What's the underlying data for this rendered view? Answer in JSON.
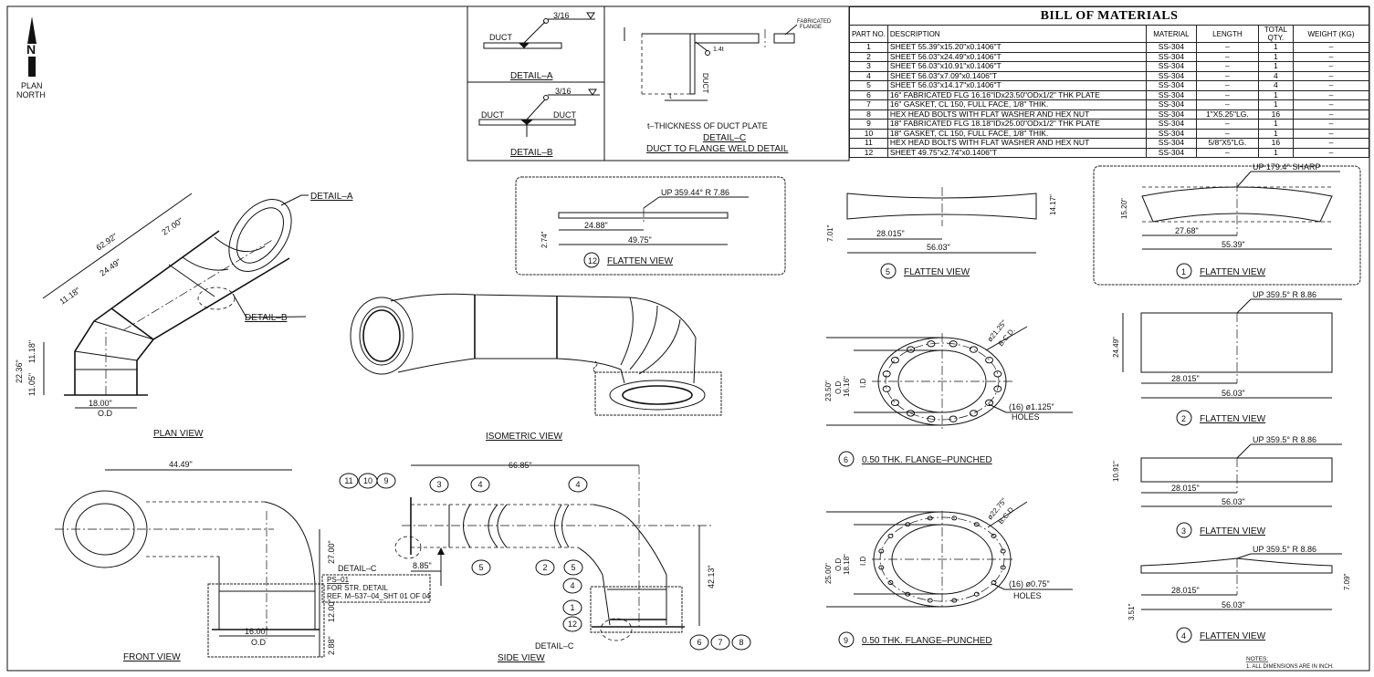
{
  "north": {
    "arrow_letter": "N",
    "label_line1": "PLAN",
    "label_line2": "NORTH"
  },
  "bom": {
    "title": "BILL OF MATERIALS",
    "headers": [
      "PART NO.",
      "DESCRIPTION",
      "MATERIAL",
      "LENGTH",
      "TOTAL QTY.",
      "WEIGHT (KG)"
    ],
    "rows": [
      [
        "1",
        "SHEET  55.39\"x15.20\"x0.1406\"T",
        "SS-304",
        "–",
        "1",
        "–"
      ],
      [
        "2",
        "SHEET  56.03\"x24.49\"x0.1406\"T",
        "SS-304",
        "–",
        "1",
        "–"
      ],
      [
        "3",
        "SHEET  56.03\"x10.91\"x0.1406\"T",
        "SS-304",
        "–",
        "1",
        "–"
      ],
      [
        "4",
        "SHEET  56.03\"x7.09\"x0.1406\"T",
        "SS-304",
        "–",
        "4",
        "–"
      ],
      [
        "5",
        "SHEET  56.03\"x14.17\"x0.1406\"T",
        "SS-304",
        "–",
        "4",
        "–"
      ],
      [
        "6",
        "16\"  FABRICATED FLG 16.16\"IDx23.50\"ODx1/2\"  THK  PLATE",
        "SS-304",
        "–",
        "1",
        "–"
      ],
      [
        "7",
        "16\"  GASKET, CL 150, FULL FACE, 1/8\"  THIK.",
        "SS-304",
        "–",
        "1",
        "–"
      ],
      [
        "8",
        "HEX  HEAD  BOLTS  WITH  FLAT  WASHER  AND  HEX  NUT",
        "SS-304",
        "1\"X5.25\"LG.",
        "16",
        "–"
      ],
      [
        "9",
        "18\"  FABRICATED FLG 18.18\"IDx25.00\"ODx1/2\"  THK  PLATE",
        "SS-304",
        "–",
        "1",
        "–"
      ],
      [
        "10",
        "18\"  GASKET, CL 150, FULL FACE, 1/8\"  THIK.",
        "SS-304",
        "–",
        "1",
        "–"
      ],
      [
        "11",
        "HEX  HEAD  BOLTS  WITH  FLAT  WASHER  AND  HEX  NUT",
        "SS-304",
        "5/8\"X5\"LG.",
        "16",
        "–"
      ],
      [
        "12",
        "SHEET  49.75\"x2.74\"x0.1406\"T",
        "SS-304",
        "–",
        "1",
        "–"
      ]
    ]
  },
  "details": {
    "a": {
      "weld": "3/16",
      "duct": "DUCT",
      "title": "DETAIL–A"
    },
    "b": {
      "weld": "3/16",
      "duct_left": "DUCT",
      "duct_right": "DUCT",
      "title": "DETAIL–B"
    },
    "c": {
      "flange": "FABRICATED",
      "flange2": "FLANGE",
      "weld": "1.4t",
      "duct": "DUCT",
      "t": "t",
      "note": "t–THICKNESS OF DUCT PLATE",
      "title": "DETAIL–C",
      "subtitle": "DUCT TO FLANGE WELD DETAIL"
    }
  },
  "plan_view": {
    "title": "PLAN VIEW",
    "detail_a": "DETAIL–A",
    "detail_b": "DETAIL–B",
    "dims": {
      "overall": "62.92\"",
      "d27": "27.00\"",
      "d2449": "24.49\"",
      "d1118": "11.18\"",
      "v2236": "22.36\"",
      "v1105": "11.05\"",
      "v1118": "11.18\"",
      "od": "18.00\"",
      "od_label": "O.D"
    }
  },
  "isometric_view": {
    "title": "ISOMETRIC VIEW"
  },
  "front_view": {
    "title": "FRONT VIEW",
    "dims": {
      "w": "44.49\"",
      "h27": "27.00\"",
      "h12": "12.00\"",
      "h288": "2.88\"",
      "od": "16.00\"",
      "od_label": "O.D"
    }
  },
  "side_view": {
    "title": "SIDE VIEW",
    "detail_c1": "DETAIL–C",
    "detail_c2": "DETAIL–C",
    "dims": {
      "w": "66.85\"",
      "d885": "8.85\"",
      "h4213": "42.13\""
    },
    "note": [
      "PS–01",
      "FOR STR. DETAIL",
      "REF. M–537–04_SHT 01 OF 04"
    ],
    "balloons": [
      "11",
      "10",
      "9",
      "3",
      "4",
      "4",
      "5",
      "2",
      "5",
      "4",
      "1",
      "12",
      "6",
      "7",
      "8"
    ]
  },
  "flatten_12": {
    "part": "12",
    "title": "FLATTEN VIEW",
    "bend": "UP  359.44°  R 7.86",
    "half": "24.88\"",
    "len": "49.75\"",
    "h": "2.74\""
  },
  "flatten_5": {
    "part": "5",
    "title": "FLATTEN VIEW",
    "half": "28.015\"",
    "len": "56.03\"",
    "h1": "7.01\"",
    "h2": "14.17\""
  },
  "flatten_1": {
    "part": "1",
    "title": "FLATTEN VIEW",
    "bend": "UP  179.4°  SHARP",
    "half": "27.68\"",
    "len": "55.39\"",
    "h": "15.20\""
  },
  "flatten_2": {
    "part": "2",
    "title": "FLATTEN VIEW",
    "bend": "UP  359.5°  R  8.86",
    "half": "28.015\"",
    "len": "56.03\"",
    "h": "24.49\""
  },
  "flatten_3": {
    "part": "3",
    "title": "FLATTEN VIEW",
    "bend": "UP  359.5°  R  8.86",
    "half": "28.015\"",
    "len": "56.03\"",
    "h": "10.91\""
  },
  "flatten_4": {
    "part": "4",
    "title": "FLATTEN VIEW",
    "bend": "UP  359.5°  R  8.86",
    "half": "28.015\"",
    "len": "56.03\"",
    "h1": "3.51\"",
    "h2": "7.09\""
  },
  "flange_6": {
    "part": "6",
    "title": "0.50  THK.  FLANGE–PUNCHED",
    "bcd": "ø21.25\"",
    "bcd_label": "B.C.D.",
    "holes": "(16)  ø1.125\"",
    "holes_label": "HOLES",
    "od": "23.50\"",
    "od_label": "O.D",
    "id": "16.16\"",
    "id_label": "I.D",
    "hole_count": 16
  },
  "flange_9": {
    "part": "9",
    "title": "0.50  THK.  FLANGE–PUNCHED",
    "bcd": "ø22.75\"",
    "bcd_label": "B.C.D",
    "holes": "(16)  ø0.75\"",
    "holes_label": "HOLES",
    "od": "25.00\"",
    "od_label": "O.D",
    "id": "18.18\"",
    "id_label": "I.D",
    "hole_count": 16
  },
  "notes": {
    "title": "NOTES:",
    "items": [
      "1. ALL DIMENSIONS ARE IN INCH."
    ]
  }
}
